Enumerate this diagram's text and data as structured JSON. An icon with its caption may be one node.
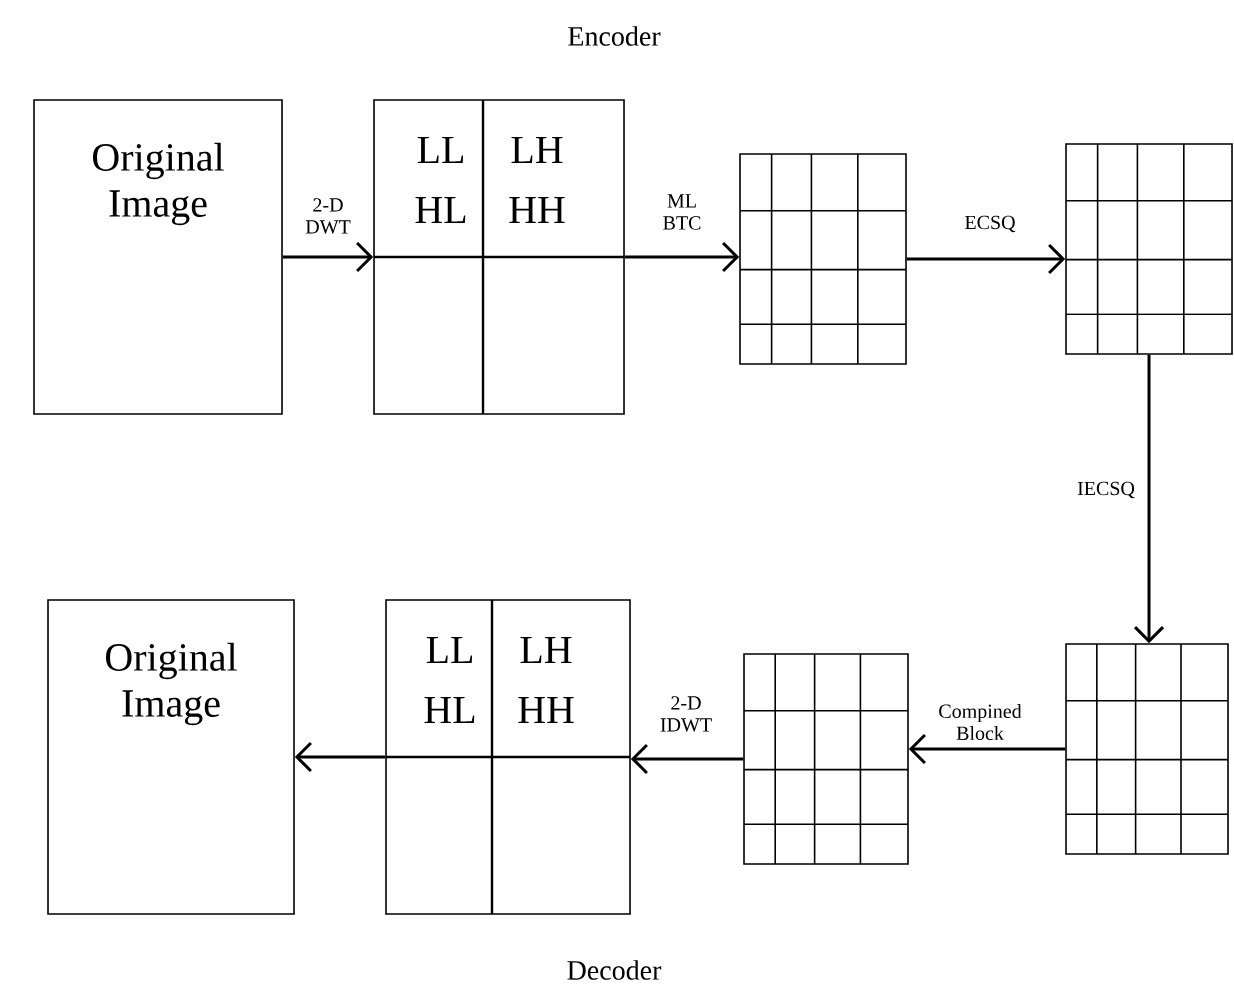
{
  "diagram": {
    "nodes": [
      {
        "text": [
          "Original Image"
        ]
      },
      {
        "text": [
          "LL",
          "LH",
          "HL",
          "HH"
        ]
      },
      {
        "text": [],
        "shape": "grid"
      },
      {
        "text": [],
        "shape": "grid"
      },
      {
        "text": [],
        "shape": "grid"
      },
      {
        "text": [],
        "shape": "grid"
      },
      {
        "text": [
          "LL",
          "LH",
          "HL",
          "HH"
        ]
      },
      {
        "text": [
          "Original Image"
        ]
      }
    ],
    "edges": [
      {
        "from": 0,
        "to": 1,
        "arrow": "to",
        "label": "2-D DWT"
      },
      {
        "from": 1,
        "to": 2,
        "arrow": "to",
        "label": "ML BTC"
      },
      {
        "from": 2,
        "to": 3,
        "arrow": "to",
        "label": "ECSQ"
      },
      {
        "from": 3,
        "to": 4,
        "arrow": "to",
        "label": "IECSQ"
      },
      {
        "from": 4,
        "to": 5,
        "arrow": "to",
        "label": "Compined Block"
      },
      {
        "from": 5,
        "to": 6,
        "arrow": "to",
        "label": "2-D IDWT"
      },
      {
        "from": 6,
        "to": 7,
        "arrow": "to"
      }
    ],
    "labels": [
      "Encoder",
      "Decoder"
    ]
  }
}
